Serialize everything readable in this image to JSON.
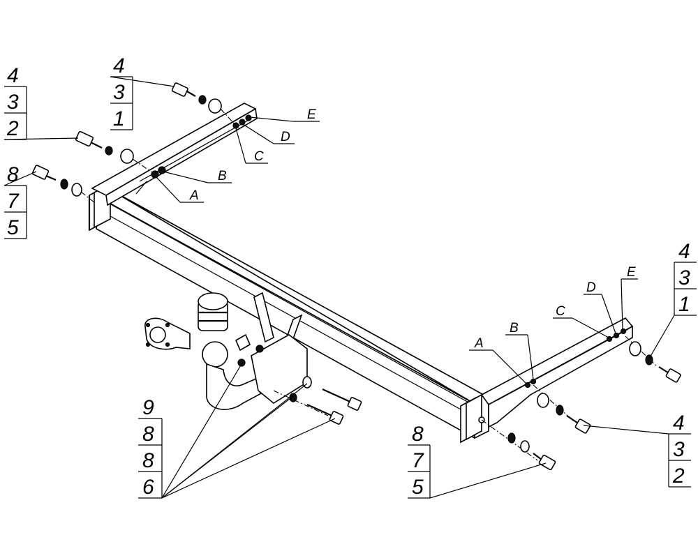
{
  "callouts": {
    "top_left_stack": [
      "4",
      "3",
      "2"
    ],
    "top_center_stack": [
      "4",
      "3",
      "1"
    ],
    "left_stack": [
      "8",
      "7",
      "5"
    ],
    "bottom_left_stack": [
      "9",
      "8",
      "8",
      "6"
    ],
    "bottom_center_stack": [
      "8",
      "7",
      "5"
    ],
    "right_top_stack": [
      "4",
      "3",
      "1"
    ],
    "right_bottom_stack": [
      "4",
      "3",
      "2"
    ]
  },
  "hole_labels": {
    "left_bracket": [
      "A",
      "B",
      "C",
      "D",
      "E"
    ],
    "right_bracket": [
      "A",
      "B",
      "C",
      "D",
      "E"
    ]
  }
}
